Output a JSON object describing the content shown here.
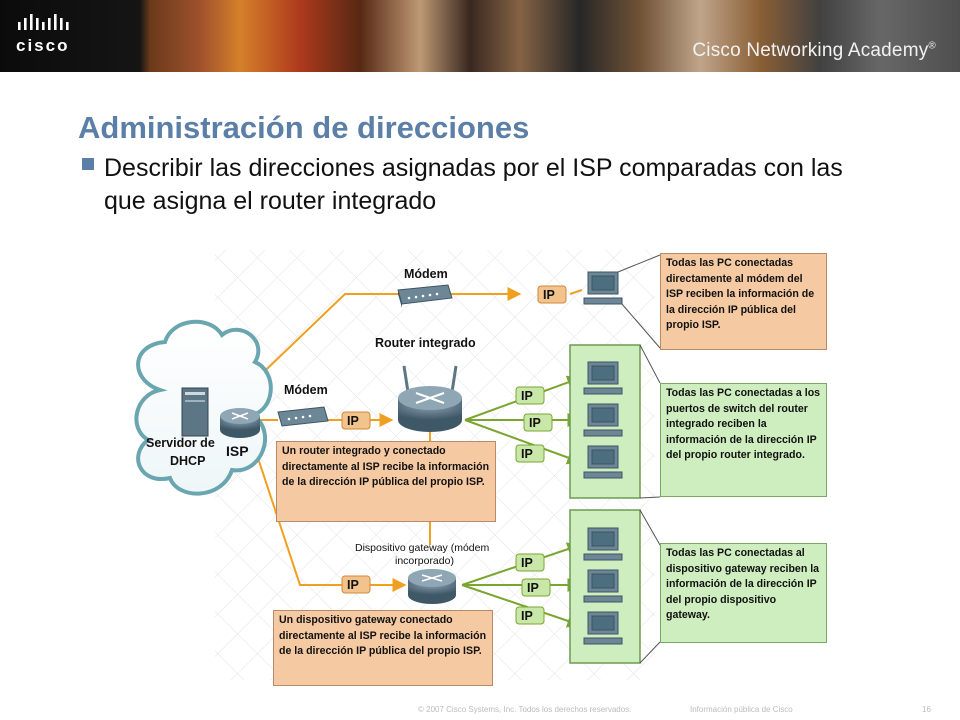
{
  "header": {
    "logo_text": "cisco",
    "academy_text": "Cisco Networking Academy",
    "trademark": "®"
  },
  "slide": {
    "title": "Administración de direcciones",
    "bullet": "Describir las direcciones asignadas por el ISP comparadas con las que asigna el router integrado"
  },
  "diagram": {
    "labels": {
      "modem_top": "Módem",
      "router_integrado": "Router integrado",
      "modem_mid": "Módem",
      "servidor": "Servidor de",
      "dhcp": "DHCP",
      "isp": "ISP",
      "gateway_line1": "Dispositivo gateway (módem",
      "gateway_line2": "incorporado)",
      "ip": "IP"
    },
    "boxes": {
      "top_right": "Todas las PC conectadas directamente al módem del ISP reciben la información de la dirección IP pública del propio ISP.",
      "mid_right": "Todas las PC conectadas a los puertos de switch del router integrado reciben la información de la dirección IP del propio router integrado.",
      "bottom_right": "Todas las PC conectadas al dispositivo gateway reciben la información de la dirección IP del propio dispositivo gateway.",
      "mid_left": "Un router integrado y conectado directamente al ISP recibe la información de la dirección IP pública del propio ISP.",
      "bottom_left": "Un dispositivo gateway conectado directamente al ISP recibe la información de la dirección IP pública del propio ISP."
    },
    "colors": {
      "orange_line": "#f0a020",
      "green_line": "#7aa530",
      "orange_box": "#f5c9a2",
      "green_box": "#cfeec0",
      "title_blue": "#5b7fa6"
    }
  },
  "footer": {
    "copyright": "© 2007 Cisco Systems, Inc. Todos los derechos reservados.",
    "classification": "Información pública de Cisco",
    "page_number": "16"
  }
}
